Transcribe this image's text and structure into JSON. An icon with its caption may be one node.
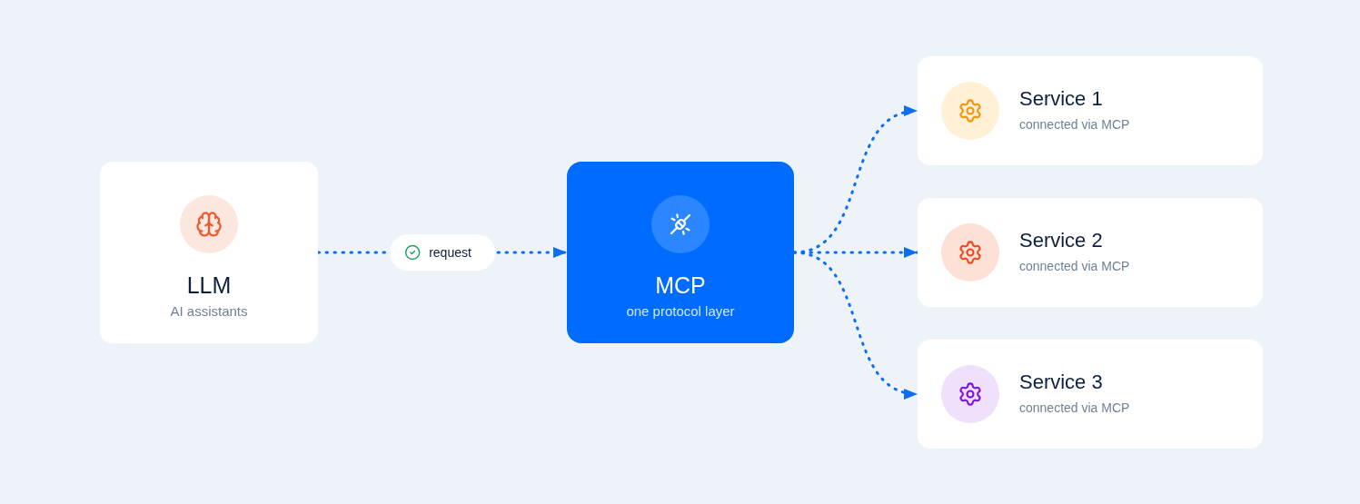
{
  "diagram": {
    "nodes": [
      {
        "text": [
          "LLM",
          "AI assistants"
        ]
      },
      {
        "text": [
          "MCP",
          "one protocol layer"
        ]
      },
      {
        "text": [
          "Service 1",
          "connected via MCP"
        ]
      },
      {
        "text": [
          "Service 2",
          "connected via MCP"
        ]
      },
      {
        "text": [
          "Service 3",
          "connected via MCP"
        ]
      }
    ],
    "edges": [
      {
        "from": 0,
        "to": 1,
        "arrow": "to",
        "label": "request"
      },
      {
        "from": 1,
        "to": 2,
        "arrow": "to"
      },
      {
        "from": 1,
        "to": 3,
        "arrow": "to"
      },
      {
        "from": 1,
        "to": 4,
        "arrow": "to"
      }
    ]
  }
}
